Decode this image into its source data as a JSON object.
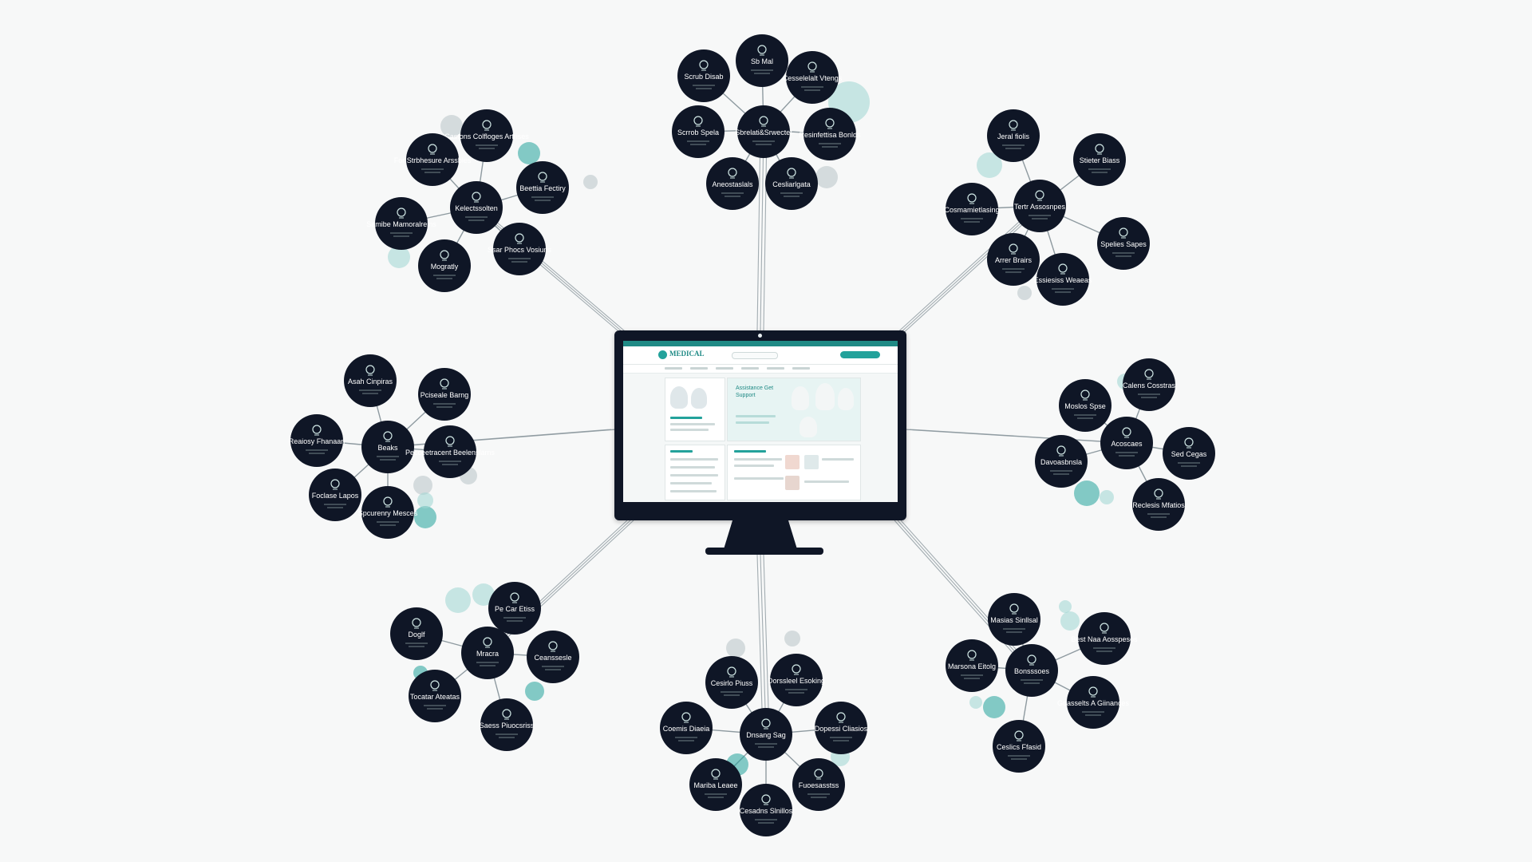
{
  "colors": {
    "background": "#f7f8f8",
    "node": "#0f1626",
    "link": "#8e9aa0",
    "accent": "#23a29b",
    "accent_light": "#9fd6d1",
    "grey_dot": "#b8c2c6"
  },
  "screen": {
    "logo_icon": "medical-cross-icon",
    "logo_text": "MEDICAL",
    "hero_title": "Assistance Get Support"
  },
  "clusters": [
    {
      "name": "top",
      "nodes": [
        {
          "title": "Sb Mal",
          "sub": "",
          "icon": "shield-icon"
        },
        {
          "title": "Scrub Disab",
          "sub": "",
          "icon": "caduceus-icon"
        },
        {
          "title": "Cesselelalt Vtengs",
          "sub": "",
          "icon": "hospital-icon"
        },
        {
          "title": "Scrrob Spela",
          "sub": "",
          "icon": "stethoscope-icon"
        },
        {
          "title": "Sbrelati&Srwectet",
          "sub": "",
          "icon": "building-icon"
        },
        {
          "title": "Resinfettisa Bonlds",
          "sub": "",
          "icon": "clinic-icon"
        },
        {
          "title": "Aneostaslals",
          "sub": "",
          "icon": "pill-icon"
        },
        {
          "title": "Cesliarlgata",
          "sub": "",
          "icon": "heart-icon"
        }
      ]
    },
    {
      "name": "upper-left",
      "nodes": [
        {
          "title": "Castons Colfloges Artrises",
          "sub": "",
          "icon": "pin-icon"
        },
        {
          "title": "For Strbhesure Arssbles",
          "sub": "",
          "icon": "doctor-icon"
        },
        {
          "title": "Kelectssolten",
          "sub": "",
          "icon": "network-icon"
        },
        {
          "title": "Beettia Fectiry",
          "sub": "",
          "icon": "stethoscope-icon"
        },
        {
          "title": "Samibe Mamoralreins",
          "sub": "",
          "icon": "clipboard-icon"
        },
        {
          "title": "Mogratly",
          "sub": "",
          "icon": "person-icon"
        },
        {
          "title": "Ssar Phocs Vosiuns",
          "sub": "",
          "icon": "microscope-icon"
        }
      ]
    },
    {
      "name": "upper-right",
      "nodes": [
        {
          "title": "Jeral fiolis",
          "sub": "",
          "icon": "face-icon"
        },
        {
          "title": "Stieter Biass",
          "sub": "",
          "icon": "badge-icon"
        },
        {
          "title": "Cosmamietlasing",
          "sub": "",
          "icon": "group-icon"
        },
        {
          "title": "Tertr Assosnpes",
          "sub": "",
          "icon": "network-icon"
        },
        {
          "title": "Spelies Sapes",
          "sub": "",
          "icon": "syringe-icon"
        },
        {
          "title": "Arrer Brairs",
          "sub": "",
          "icon": "hand-icon"
        },
        {
          "title": "Essiesiss Weaeas",
          "sub": "",
          "icon": "globe-icon"
        }
      ]
    },
    {
      "name": "left",
      "nodes": [
        {
          "title": "Asah Cinpiras",
          "sub": "",
          "icon": "tent-icon"
        },
        {
          "title": "Pciseale Barng",
          "sub": "",
          "icon": "bag-icon"
        },
        {
          "title": "Reaiosy Fhanaan",
          "sub": "",
          "icon": "briefcase-icon"
        },
        {
          "title": "Beaks",
          "sub": "",
          "icon": "document-icon"
        },
        {
          "title": "Pecceetracent Beelenslarns",
          "sub": "",
          "icon": "gear-icon"
        },
        {
          "title": "Foclase Lapos",
          "sub": "",
          "icon": "globe-icon"
        },
        {
          "title": "Spcurenry Mesces",
          "sub": "",
          "icon": "calendar-icon"
        }
      ]
    },
    {
      "name": "right",
      "nodes": [
        {
          "title": "Calens Cosstras",
          "sub": "",
          "icon": "house-icon"
        },
        {
          "title": "Moslos Spse",
          "sub": "",
          "icon": "hospital-icon"
        },
        {
          "title": "Acoscaes",
          "sub": "",
          "icon": "calculator-icon"
        },
        {
          "title": "Davoasbnsla",
          "sub": "",
          "icon": "laptop-icon"
        },
        {
          "title": "Sed Cegas",
          "sub": "",
          "icon": "chat-icon"
        },
        {
          "title": "Reclesis Mfatios",
          "sub": "",
          "icon": "briefcase-icon"
        }
      ]
    },
    {
      "name": "lower-left",
      "nodes": [
        {
          "title": "Pe Car Etiss",
          "sub": "",
          "icon": "heart-icon"
        },
        {
          "title": "Doglf",
          "sub": "",
          "icon": "document-icon"
        },
        {
          "title": "Mracra",
          "sub": "",
          "icon": "network-icon"
        },
        {
          "title": "Ceanssesle",
          "sub": "",
          "icon": "cells-icon"
        },
        {
          "title": "Tocatar Ateatas",
          "sub": "",
          "icon": "globe-icon"
        },
        {
          "title": "Saess Piuocsriss",
          "sub": "",
          "icon": "document-icon"
        }
      ]
    },
    {
      "name": "bottom",
      "nodes": [
        {
          "title": "Cesirlo Piuss",
          "sub": "",
          "icon": "document-icon"
        },
        {
          "title": "Dorssleel Esoking",
          "sub": "",
          "icon": "stethoscope-icon"
        },
        {
          "title": "Coemis Diaeia",
          "sub": "",
          "icon": "tent-icon"
        },
        {
          "title": "Dnsang Sag",
          "sub": "",
          "icon": "shield-icon"
        },
        {
          "title": "Dopessi Cliasios",
          "sub": "",
          "icon": "caduceus-icon"
        },
        {
          "title": "Mariba Leaee",
          "sub": "",
          "icon": "document-icon"
        },
        {
          "title": "Cesadns Slnillos",
          "sub": "",
          "icon": "bag-icon"
        },
        {
          "title": "Fuoesasstss",
          "sub": "",
          "icon": "person-icon"
        }
      ]
    },
    {
      "name": "lower-right",
      "nodes": [
        {
          "title": "Masias Sinllsal",
          "sub": "",
          "icon": "person-icon"
        },
        {
          "title": "Best Naa Aosspesos",
          "sub": "",
          "icon": "network-icon"
        },
        {
          "title": "Marsona Eitolg",
          "sub": "",
          "icon": "laptop-icon"
        },
        {
          "title": "Bonsssoes",
          "sub": "",
          "icon": "gear-icon"
        },
        {
          "title": "Goasselts A Giinances",
          "sub": "",
          "icon": "briefcase-icon"
        },
        {
          "title": "Ceslics Ffasid",
          "sub": "",
          "icon": "globe-icon"
        }
      ]
    }
  ]
}
